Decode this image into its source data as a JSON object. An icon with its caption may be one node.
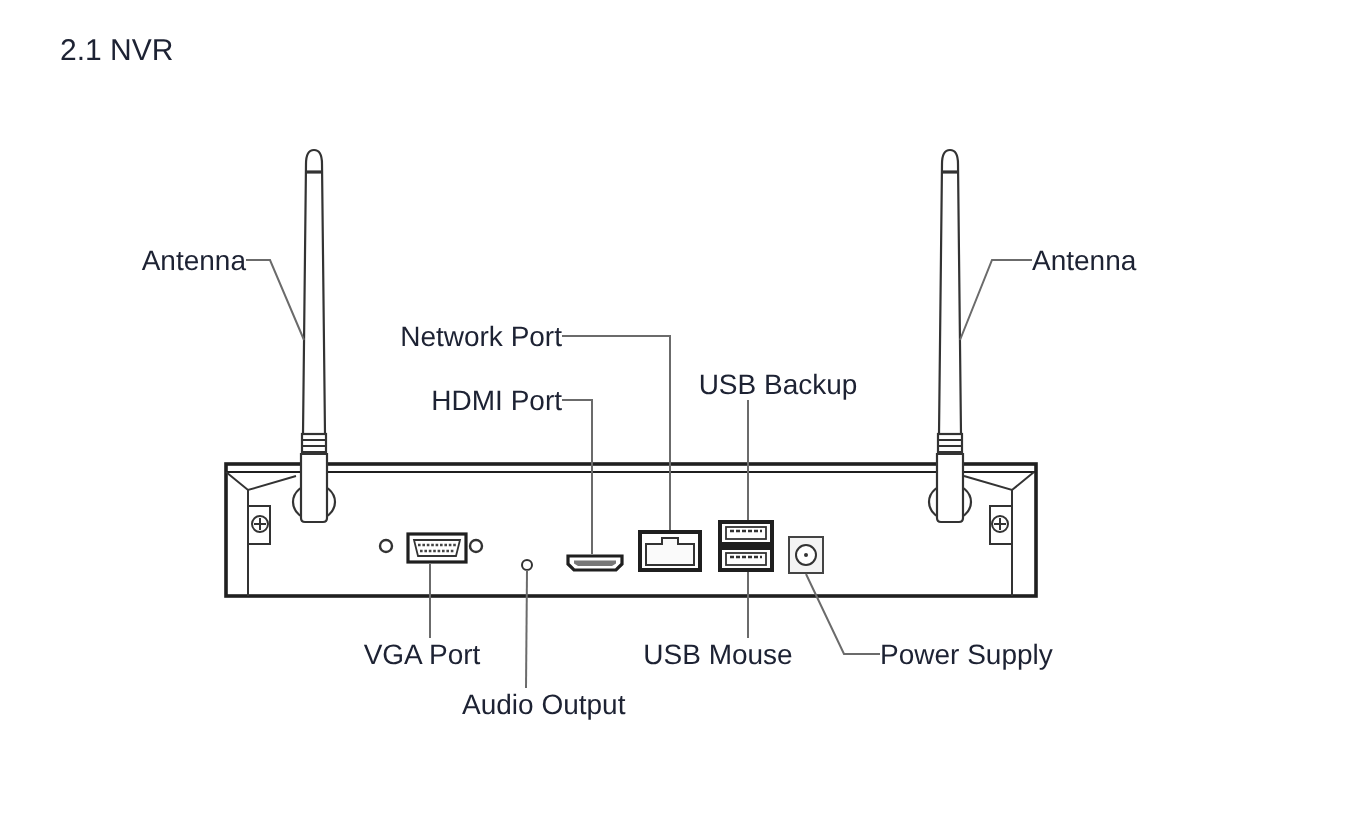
{
  "diagram": {
    "title": "2.1 NVR",
    "nodes": [
      {
        "text": [
          "Antenna"
        ]
      },
      {
        "text": [
          "Antenna"
        ]
      },
      {
        "text": [
          "Network Port"
        ]
      },
      {
        "text": [
          "HDMI Port"
        ]
      },
      {
        "text": [
          "USB Backup"
        ]
      },
      {
        "text": [
          "VGA Port"
        ]
      },
      {
        "text": [
          "USB Mouse"
        ]
      },
      {
        "text": [
          "Power Supply"
        ]
      },
      {
        "text": [
          "Audio Output"
        ]
      },
      {
        "text": [],
        "shape": "picture"
      },
      {
        "text": [],
        "shape": "picture"
      },
      {
        "text": [],
        "shape": "picture"
      },
      {
        "text": [],
        "shape": "picture"
      },
      {
        "text": [],
        "shape": "picture"
      },
      {
        "text": [],
        "shape": "picture"
      },
      {
        "text": [],
        "shape": "picture"
      },
      {
        "text": [],
        "shape": "picture"
      },
      {
        "text": [],
        "shape": "circle"
      }
    ],
    "edges": [
      {
        "from": 0,
        "to": 9,
        "arrow": "none"
      },
      {
        "from": 1,
        "to": 10,
        "arrow": "none"
      },
      {
        "from": 2,
        "to": 11,
        "arrow": "none"
      },
      {
        "from": 3,
        "to": 12,
        "arrow": "none"
      },
      {
        "from": 4,
        "to": 13,
        "arrow": "none"
      },
      {
        "from": 5,
        "to": 14,
        "arrow": "none"
      },
      {
        "from": 6,
        "to": 15,
        "arrow": "none"
      },
      {
        "from": 7,
        "to": 16,
        "arrow": "none"
      },
      {
        "from": 8,
        "to": 17,
        "arrow": "none"
      }
    ]
  }
}
